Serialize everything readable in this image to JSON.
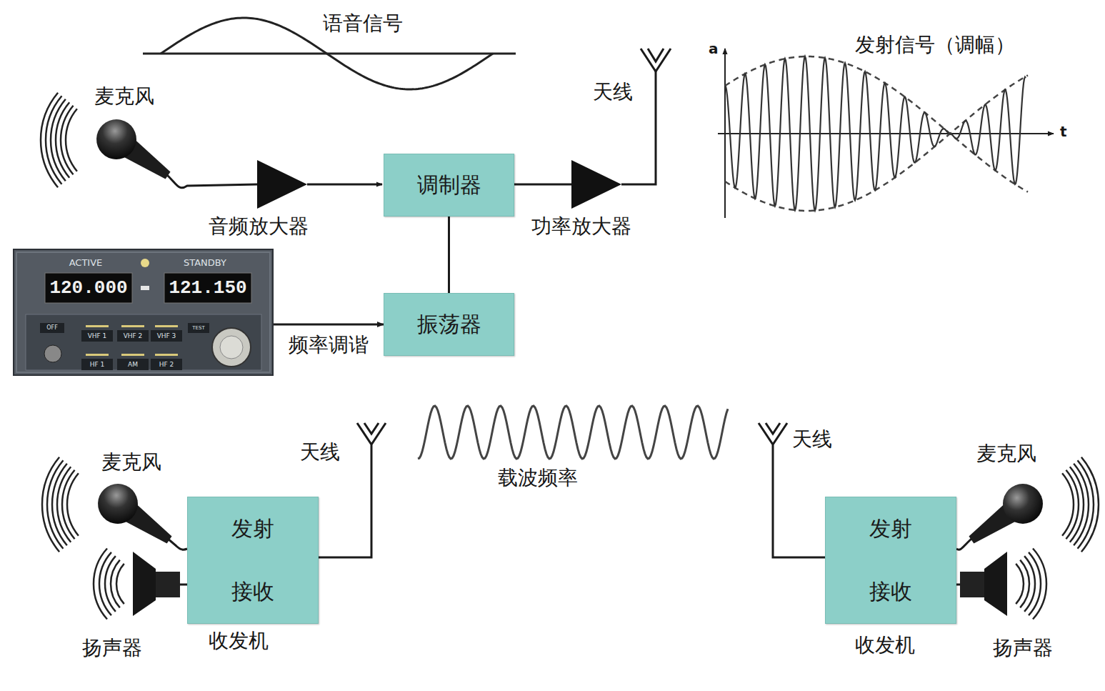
{
  "diagram": {
    "nodes": [
      {
        "text": [
          "调制器"
        ]
      },
      {
        "text": [
          "ACTIVE",
          "STANDBY",
          "120.000",
          "121.150",
          "OFF",
          "VHF 1",
          "VHF 2",
          "VHF 3",
          "TEST",
          "HF 1",
          "AM",
          "HF 2"
        ]
      },
      {
        "text": [
          "振荡器"
        ]
      },
      {
        "text": [
          "发射",
          "接收"
        ]
      },
      {
        "text": [
          "发射",
          "接收"
        ]
      }
    ],
    "edges": [
      {
        "from": 0,
        "to": 2,
        "arrow": "none"
      },
      {
        "from": 1,
        "to": 2,
        "arrow": "to",
        "label": "频率调谐"
      }
    ],
    "labels": [
      "语音信号",
      "麦克风",
      "天线",
      "a",
      "发射信号（调幅）",
      "t",
      "音频放大器",
      "功率放大器",
      "天线",
      "麦克风",
      "载波频率",
      "天线",
      "麦克风",
      "扬声器",
      "收发机",
      "收发机",
      "扬声器"
    ]
  }
}
